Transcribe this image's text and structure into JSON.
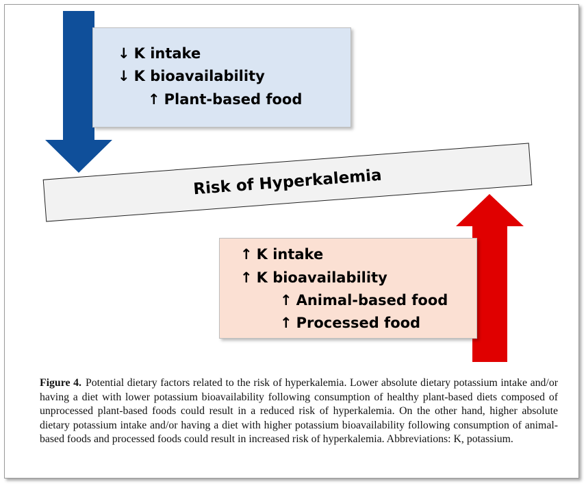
{
  "diagram": {
    "top_box": {
      "lines": [
        {
          "arrow": "↓",
          "text": "K intake"
        },
        {
          "arrow": "↓",
          "text": "K bioavailability"
        },
        {
          "arrow": "↑",
          "text": "Plant-based food"
        }
      ],
      "background": "#dae5f3"
    },
    "bottom_box": {
      "lines": [
        {
          "arrow": "↑",
          "text": "K intake"
        },
        {
          "arrow": "↑",
          "text": "K bioavailability"
        },
        {
          "arrow": "↑",
          "text": "Animal-based food"
        },
        {
          "arrow": "↑",
          "text": "Processed food"
        }
      ],
      "background": "#fbe0d3"
    },
    "center_label": "Risk of Hyperkalemia",
    "down_arrow_color": "#0f4f9a",
    "up_arrow_color": "#e00000"
  },
  "caption": {
    "label": "Figure 4.",
    "text": "Potential dietary factors related to the risk of hyperkalemia. Lower absolute dietary potassium intake and/or having a diet with lower potassium bioavailability following consumption of healthy plant-based diets composed of unprocessed plant-based foods could result in a reduced risk of hyperkalemia. On the other hand, higher absolute dietary potassium intake and/or having a diet with higher potassium bioavailability following consumption of animal-based foods and processed foods could result in increased risk of hyperkalemia. Abbreviations: K, potassium."
  }
}
